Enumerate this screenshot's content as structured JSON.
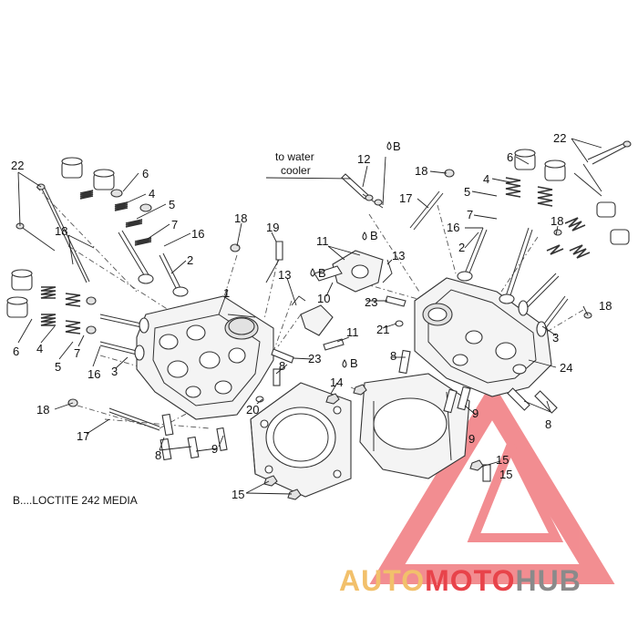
{
  "diagram": {
    "labels": {
      "left": [
        "22",
        "18",
        "6",
        "4",
        "5",
        "7",
        "16",
        "2",
        "18",
        "19",
        "1",
        "6",
        "4",
        "5",
        "7",
        "16",
        "3",
        "18",
        "17",
        "8",
        "9",
        "20",
        "15"
      ],
      "center": [
        "12",
        "B",
        "11",
        "B",
        "B",
        "13",
        "10",
        "13",
        "23",
        "11",
        "B",
        "23",
        "14",
        "8",
        "15",
        "9"
      ],
      "right": [
        "22",
        "18",
        "6",
        "4",
        "5",
        "17",
        "7",
        "16",
        "2",
        "18",
        "21",
        "3",
        "18",
        "24",
        "8",
        "8",
        "9",
        "15"
      ]
    },
    "notes": {
      "water_line1": "to water",
      "water_line2": "cooler",
      "legend": "B....LOCTITE 242 MEDIA"
    },
    "watermark": {
      "part1": "AUTO",
      "part2": "MOTO",
      "part3": "HUB",
      "color_orange": "#f2c06b",
      "color_red": "#e8434a",
      "color_gray": "#8a8a8a"
    }
  }
}
